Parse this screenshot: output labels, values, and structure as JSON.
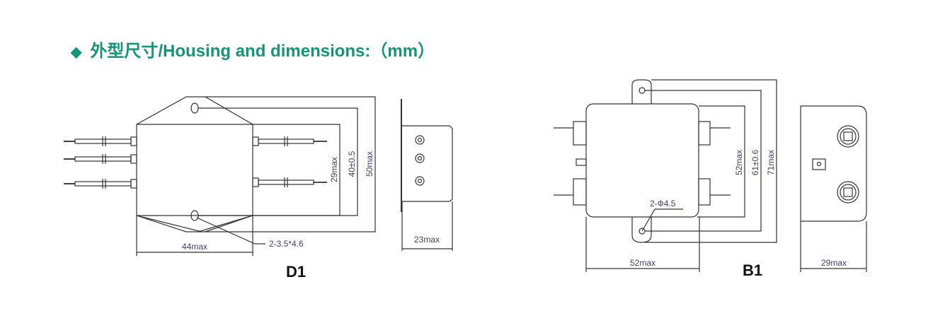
{
  "header": {
    "bullet": "◆",
    "title": "外型尺寸/Housing and dimensions:（mm）",
    "accent_color": "#14957a"
  },
  "d1": {
    "label": "D1",
    "dim_height_body": "29max",
    "dim_hole_pitch": "40±0.5",
    "dim_height_total": "50max",
    "dim_width": "44max",
    "dim_holes": "2-3.5*4.6",
    "dim_depth": "23max"
  },
  "b1": {
    "label": "B1",
    "dim_height_body": "52max",
    "dim_hole_pitch": "61±0.6",
    "dim_height_total": "71max",
    "dim_width": "52max",
    "dim_holes": "2-Ф4.5",
    "dim_depth": "29max"
  }
}
